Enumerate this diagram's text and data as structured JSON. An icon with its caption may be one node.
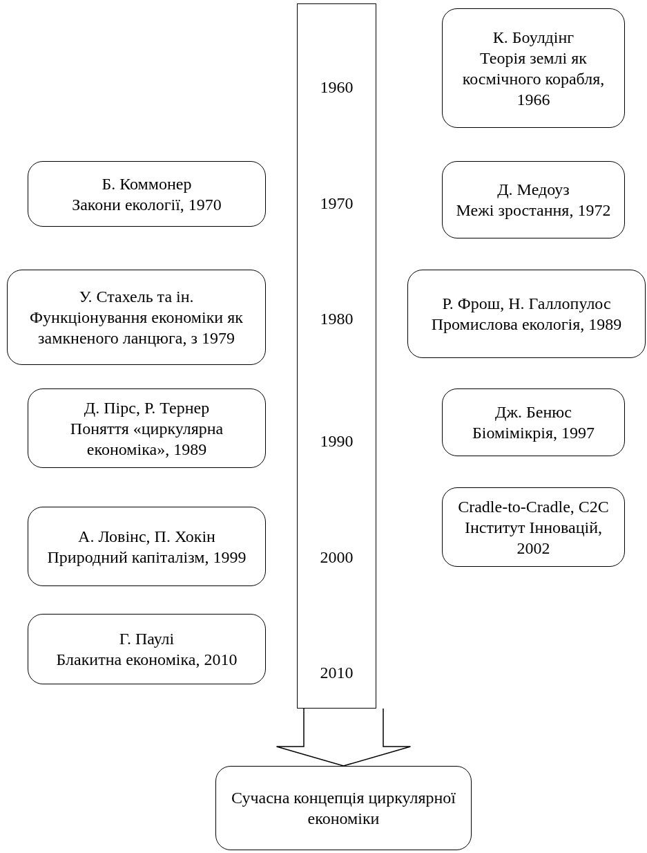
{
  "diagram": {
    "nodes": [
      {
        "text": [
          "1960",
          "1970",
          "1980",
          "1990",
          "2000",
          "2010"
        ]
      },
      {
        "text": [
          "К. Боулдінг",
          "Теорія землі як космічного корабля, 1966"
        ]
      },
      {
        "text": [
          "Б. Коммонер",
          "Закони екології, 1970"
        ]
      },
      {
        "text": [
          "Д. Медоуз",
          "Межі зростання, 1972"
        ]
      },
      {
        "text": [
          "У. Стахель та ін.",
          "Функціонування економіки як замкненого ланцюга, з 1979"
        ]
      },
      {
        "text": [
          "Р. Фрош, Н. Галлопулос",
          "Промислова екологія, 1989"
        ]
      },
      {
        "text": [
          "Д. Пірс, Р. Тернер",
          "Поняття «циркулярна економіка», 1989"
        ]
      },
      {
        "text": [
          "Дж. Бенюс",
          "Біомімікрія, 1997"
        ]
      },
      {
        "text": [
          "А. Ловінс, П. Хокін",
          "Природний капіталізм, 1999"
        ]
      },
      {
        "text": [
          "Cradle-to-Cradle, C2C Інститут Інновацій, 2002"
        ]
      },
      {
        "text": [
          "Г. Паулі",
          "Блакитна економіка, 2010"
        ]
      },
      {
        "text": [
          "Сучасна концепція циркулярної економіки"
        ]
      }
    ],
    "edges": [
      {
        "from": 0,
        "to": 11,
        "arrow": "to"
      }
    ]
  }
}
